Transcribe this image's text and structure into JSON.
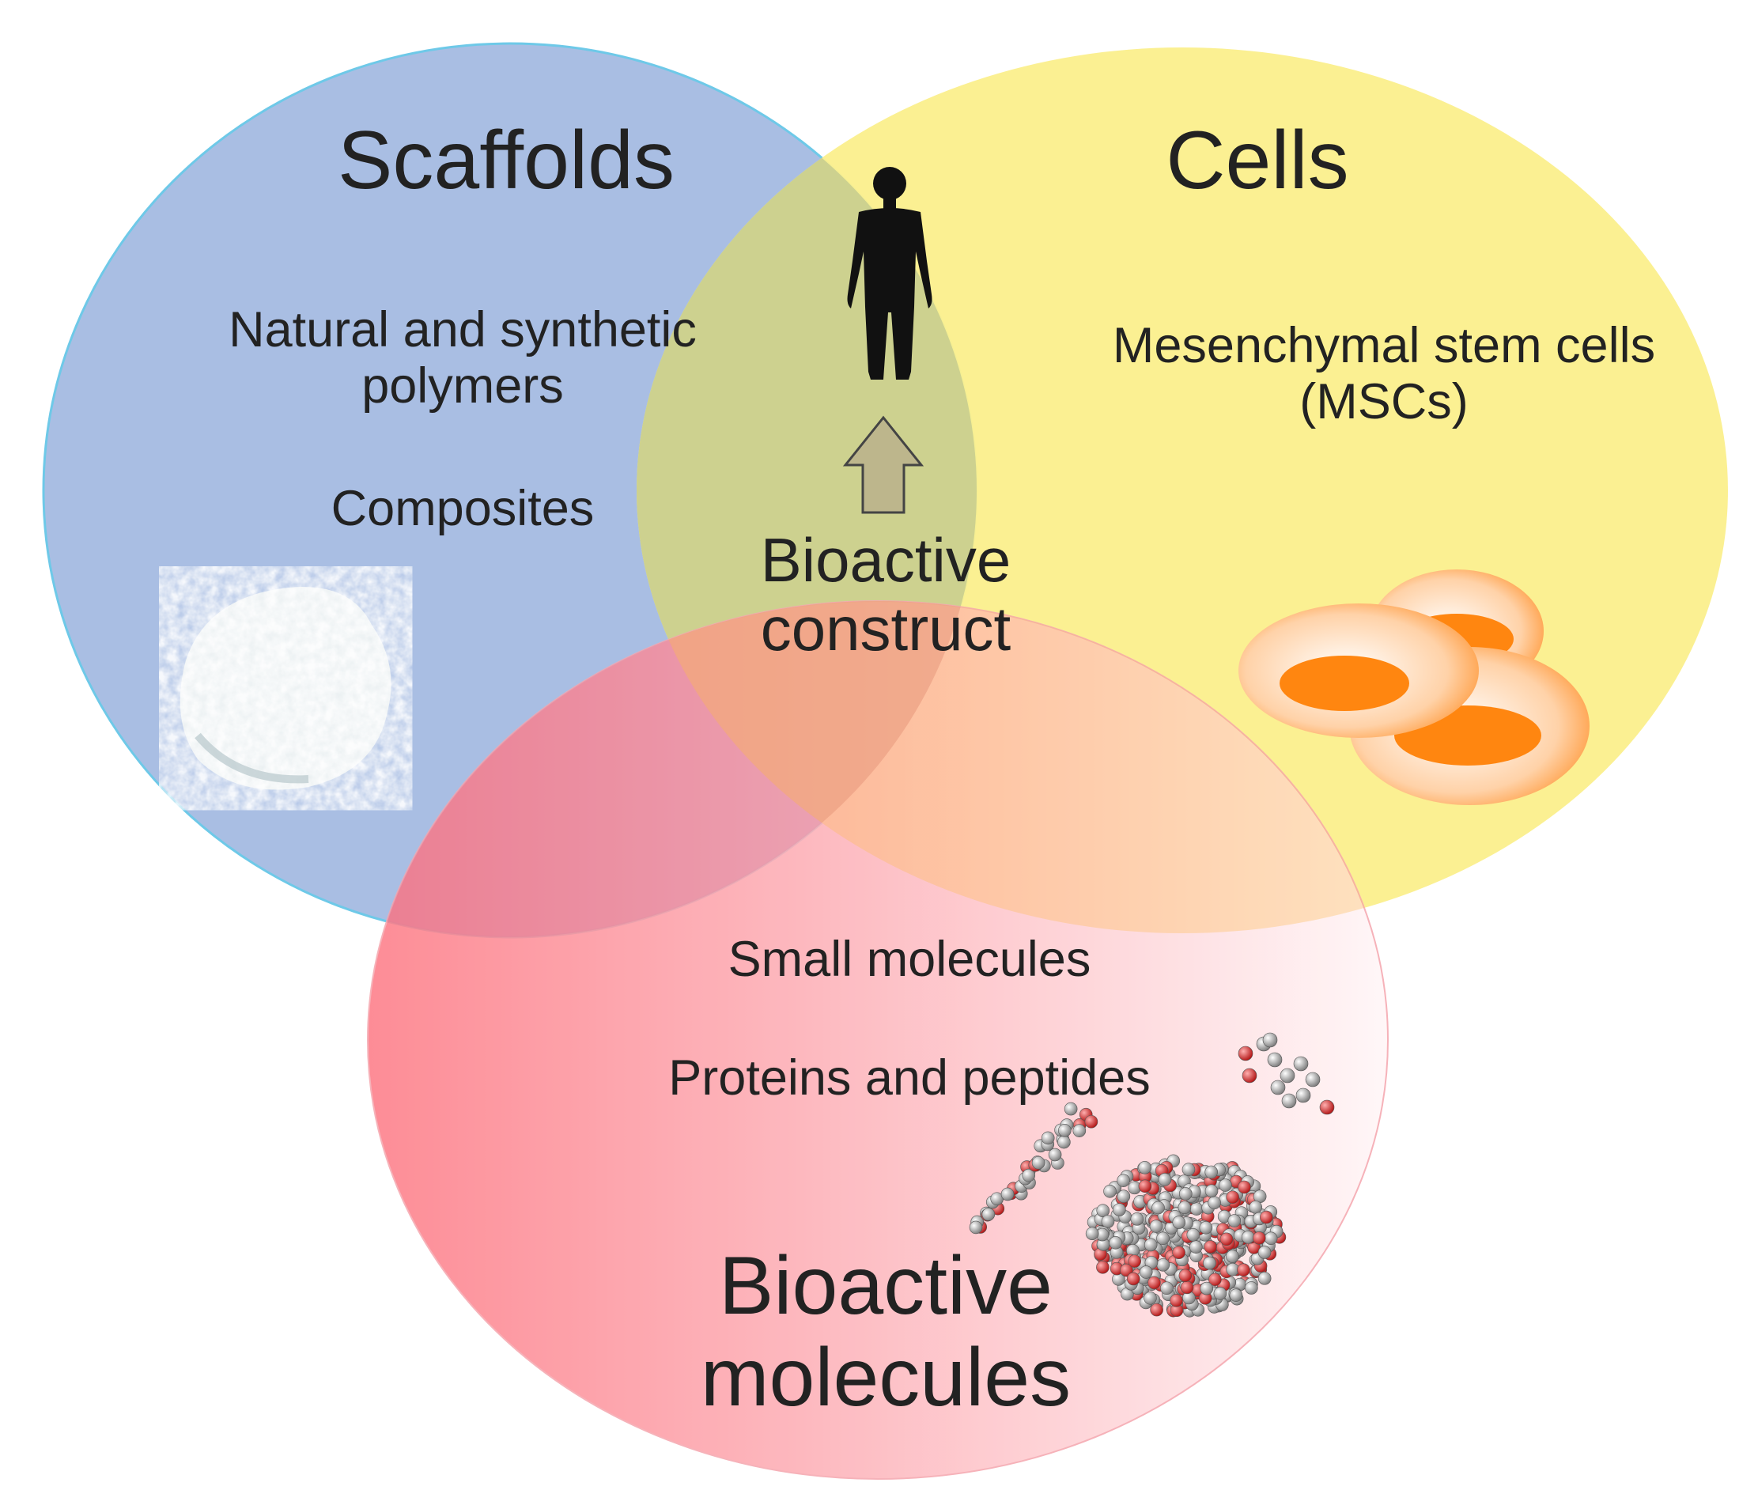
{
  "diagram": {
    "scaffolds": {
      "title": "Scaffolds",
      "line1": "Natural and synthetic",
      "line2": "polymers",
      "item2": "Composites"
    },
    "cells": {
      "title": "Cells",
      "line1": "Mesenchymal stem cells",
      "line2": "(MSCs)"
    },
    "molecules": {
      "title_line1": "Bioactive",
      "title_line2": "molecules",
      "item1": "Small molecules",
      "item2": "Proteins and peptides"
    },
    "center": {
      "line1": "Bioactive",
      "line2": "construct"
    }
  },
  "colors": {
    "scaffolds_fill": "#a8bde3",
    "scaffolds_stroke": "#6cc6e6",
    "cells_fill": "#fbee8c",
    "molecules_fill_left": "#fd7d88",
    "molecules_fill_right": "#fff2f4",
    "center_fill": "#c9c98a",
    "cell_orange": "#ff8a10",
    "arrow_fill": "#bdb58a"
  },
  "icons": {
    "human": "human-silhouette-icon",
    "arrow": "up-arrow-icon",
    "scaffold": "scaffold-powder-image",
    "cells": "stem-cell-icon",
    "molecules": "molecule-ball-model-icon"
  }
}
